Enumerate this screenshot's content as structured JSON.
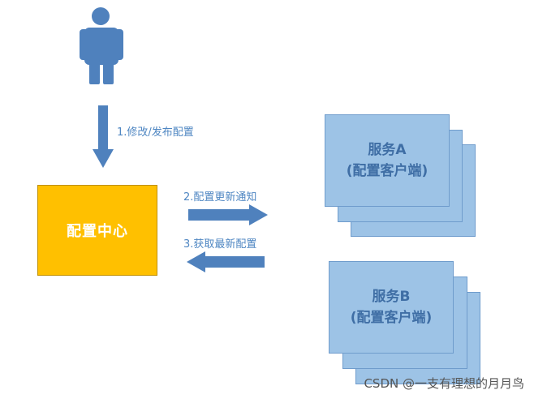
{
  "colors": {
    "arrow": "#4f81bd",
    "label": "#4e86c2",
    "hub_fill": "#ffc000",
    "service_fill": "#9dc3e6",
    "person": "#4f81bd"
  },
  "user": {
    "icon": "person-icon"
  },
  "steps": {
    "modify_publish": "1.修改/发布配置",
    "update_notify": "2.配置更新通知",
    "fetch_latest": "3.获取最新配置"
  },
  "config_center": {
    "label": "配置中心"
  },
  "services": [
    {
      "name": "服务A",
      "role": "(配置客户端)"
    },
    {
      "name": "服务B",
      "role": "(配置客户端)"
    }
  ],
  "watermark": "CSDN @一支有理想的月月鸟"
}
